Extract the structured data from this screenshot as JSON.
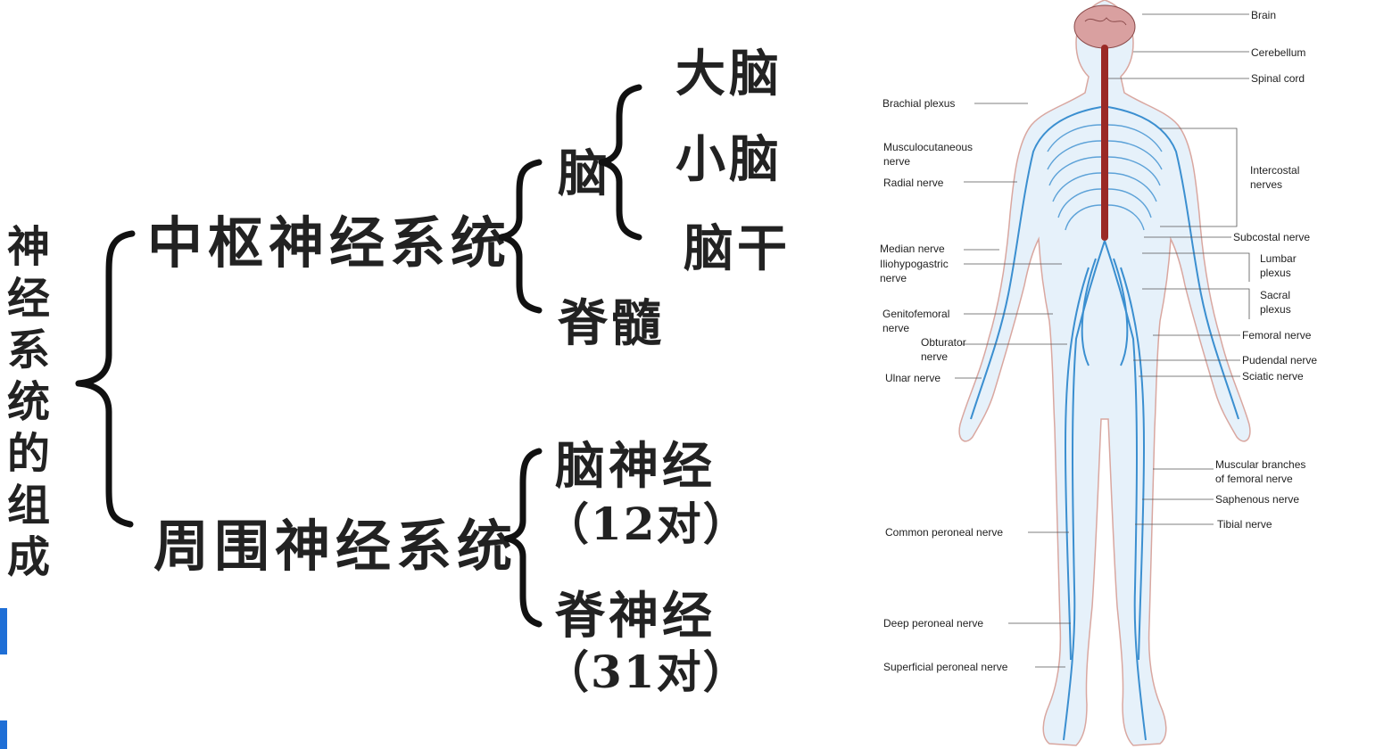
{
  "diagram": {
    "root": "神经系统的组成",
    "central": {
      "label": "中枢神经系统",
      "brain": {
        "label": "脑",
        "parts": [
          "大脑",
          "小脑",
          "脑干"
        ]
      },
      "spinal_cord": "脊髓"
    },
    "peripheral": {
      "label": "周围神经系统",
      "cranial_nerves": {
        "label": "脑神经",
        "count": "（12对）"
      },
      "spinal_nerves": {
        "label": "脊神经",
        "count": "（31对）"
      }
    }
  },
  "anatomy": {
    "labels_left": {
      "brachial_plexus": "Brachial plexus",
      "musculocutaneous": "Musculocutaneous\nnerve",
      "radial": "Radial nerve",
      "median": "Median nerve",
      "iliohypogastric": "Iliohypogastric\nnerve",
      "genitofemoral": "Genitofemoral\nnerve",
      "obturator": "Obturator\nnerve",
      "ulnar": "Ulnar nerve",
      "common_peroneal": "Common peroneal nerve",
      "deep_peroneal": "Deep peroneal nerve",
      "superficial_peroneal": "Superficial peroneal nerve"
    },
    "labels_right": {
      "brain": "Brain",
      "cerebellum": "Cerebellum",
      "spinal_cord": "Spinal cord",
      "intercostal": "Intercostal\nnerves",
      "subcostal": "Subcostal nerve",
      "lumbar_plexus": "Lumbar\nplexus",
      "sacral_plexus": "Sacral\nplexus",
      "femoral": "Femoral nerve",
      "pudendal": "Pudendal nerve",
      "sciatic": "Sciatic nerve",
      "muscular_branches": "Muscular branches\nof femoral nerve",
      "saphenous": "Saphenous nerve",
      "tibial": "Tibial nerve"
    },
    "colors": {
      "nerve": "#3b8fd0",
      "body_fill": "#e6f1fa",
      "outline": "#d9a7a0",
      "spinal_cord": "#9a2a26",
      "brain": "#d9a0a0"
    }
  },
  "edge_marker_color": "#1f6fd6"
}
